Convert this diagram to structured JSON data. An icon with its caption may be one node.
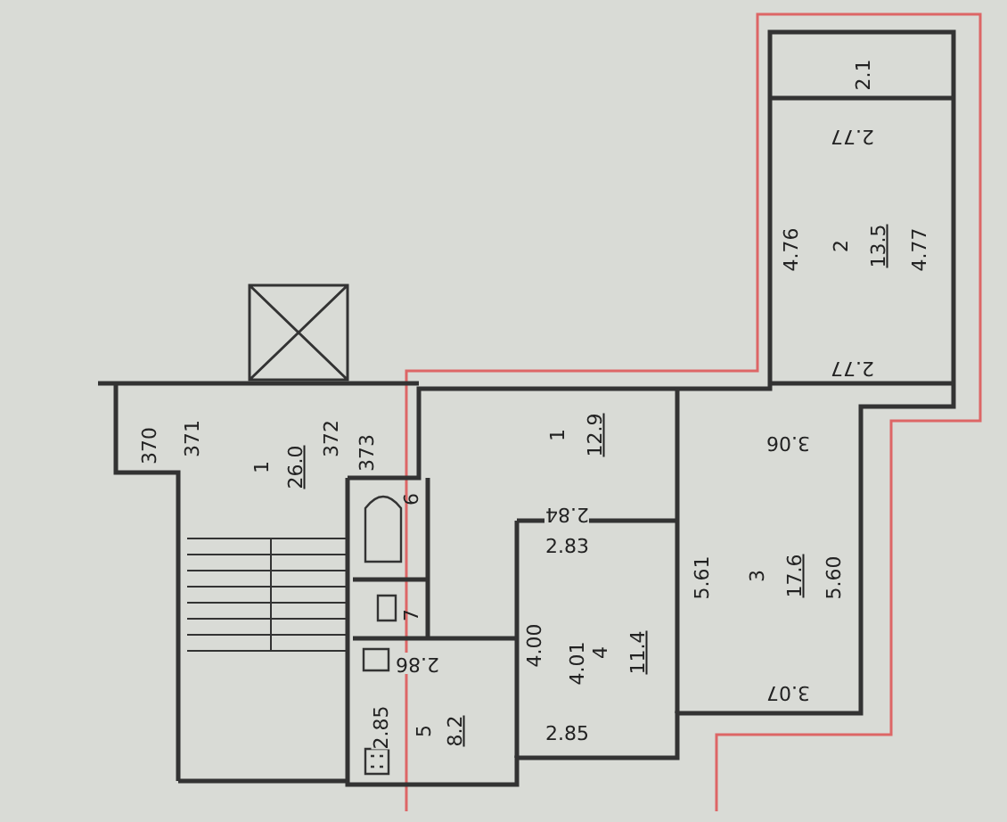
{
  "diagram": {
    "nodes": [
      {
        "text": [
          "1",
          "26.0"
        ]
      },
      {
        "text": [
          "2",
          "13.5"
        ]
      },
      {
        "text": [
          "1",
          "12.9"
        ]
      },
      {
        "text": [
          "3",
          "17.6"
        ]
      },
      {
        "text": [
          "4",
          "11.4"
        ]
      },
      {
        "text": [
          "5",
          "8.2"
        ]
      },
      {
        "text": [
          "6"
        ]
      },
      {
        "text": [
          "7"
        ]
      }
    ],
    "edges": [],
    "labels": [
      "2.1",
      "2.77",
      "4.76",
      "4.77",
      "2.77",
      "370",
      "371",
      "372",
      "373",
      "3.06",
      "2.84",
      "2.83",
      "5.61",
      "5.60",
      "2.86",
      "4.00",
      "4.01",
      "2.85",
      "3.07",
      "2.85"
    ]
  }
}
